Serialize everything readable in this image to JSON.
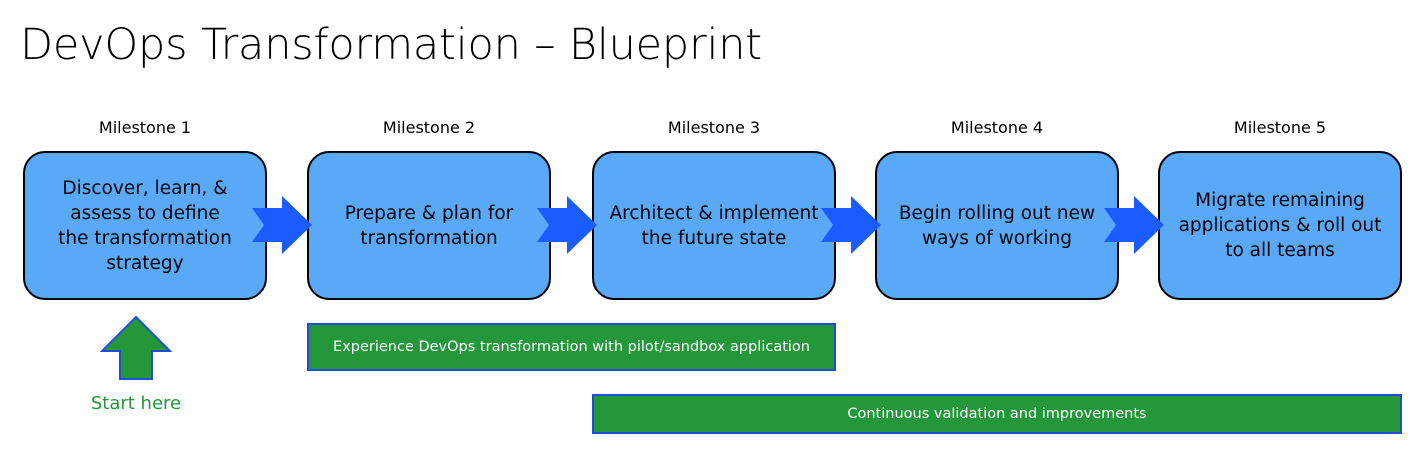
{
  "title": "DevOps Transformation – Blueprint",
  "milestones": [
    {
      "label": "Milestone 1",
      "text": "Discover, learn, &\nassess to define\nthe transformation\nstrategy"
    },
    {
      "label": "Milestone 2",
      "text": "Prepare & plan for\ntransformation"
    },
    {
      "label": "Milestone 3",
      "text": "Architect & implement\nthe future state"
    },
    {
      "label": "Milestone 4",
      "text": "Begin rolling out new\nways of working"
    },
    {
      "label": "Milestone 5",
      "text": "Migrate remaining\napplications & roll out\nto all teams"
    }
  ],
  "bars": {
    "pilot": "Experience DevOps transformation with pilot/sandbox application",
    "continuous": "Continuous validation and improvements"
  },
  "start": {
    "label": "Start here"
  },
  "colors": {
    "box_fill": "#5aa9f9",
    "arrow_fill": "#1a5cff",
    "bar_fill": "#23973a",
    "bar_border": "#1f4fd6",
    "start_arrow_fill": "#23973a",
    "start_arrow_border": "#1f4fd6",
    "start_text": "#23973a"
  }
}
